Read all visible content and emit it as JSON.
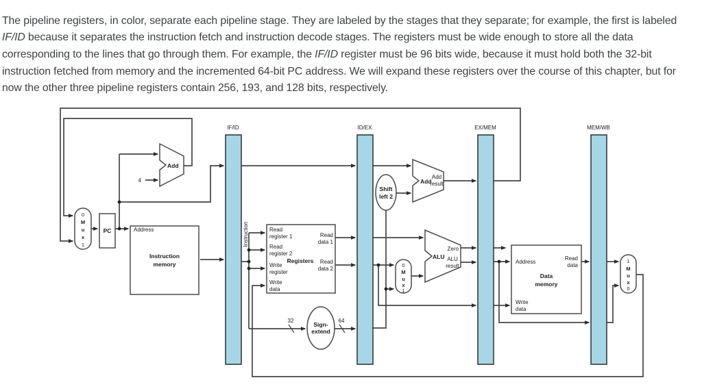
{
  "paragraph": {
    "segments": [
      {
        "italic": false,
        "text": "The pipeline registers, in color, separate each pipeline stage. They are labeled by the stages that they separate; for example, the first is labeled "
      },
      {
        "italic": true,
        "text": "IF/ID"
      },
      {
        "italic": false,
        "text": " because it separates the instruction fetch and instruction decode stages. The registers must be wide enough to store all the data corresponding to the lines that go through them. For example, the "
      },
      {
        "italic": true,
        "text": "IF/ID"
      },
      {
        "italic": false,
        "text": " register must be 96 bits wide, because it must hold both the 32-bit instruction fetched from memory and the incremented 64-bit PC address. We will expand these registers over the course of this chapter, but for now the other three pipeline registers contain 256, 193, and 128 bits, respectively."
      }
    ]
  },
  "colors": {
    "pipeline_register_fill": "#a7d7e6"
  },
  "diagram": {
    "stage_registers": {
      "ifid": "IF/ID",
      "idex": "ID/EX",
      "exmem": "EX/MEM",
      "memwb": "MEM/WB"
    },
    "pc": "PC",
    "pc_mux": [
      "0",
      "M",
      "u",
      "x",
      "1"
    ],
    "alu_mux": [
      "0",
      "M",
      "u",
      "x",
      "1"
    ],
    "wb_mux": [
      "1",
      "M",
      "u",
      "x",
      "0"
    ],
    "adder": {
      "label": "Add",
      "increment": "4"
    },
    "instruction_memory": {
      "address": "Address",
      "name_line1": "Instruction",
      "name_line2": "memory"
    },
    "instruction_bus": "Instruction",
    "registers": {
      "name": "Registers",
      "read_register_1_line1": "Read",
      "read_register_1_line2": "register 1",
      "read_register_2_line1": "Read",
      "read_register_2_line2": "register 2",
      "write_register_line1": "Write",
      "write_register_line2": "register",
      "write_data_line1": "Write",
      "write_data_line2": "data",
      "read_data_1_line1": "Read",
      "read_data_1_line2": "data 1",
      "read_data_2_line1": "Read",
      "read_data_2_line2": "data 2"
    },
    "sign_extend": {
      "line1": "Sign-",
      "line2": "extend",
      "input_width": "32",
      "output_width": "64"
    },
    "shift_left_2": {
      "line1": "Shift",
      "line2": "left 2"
    },
    "branch_adder": {
      "label": "Add",
      "result_line1": "Add",
      "result_line2": "result"
    },
    "alu": {
      "label": "ALU",
      "zero": "Zero",
      "result_line1": "ALU",
      "result_line2": "result"
    },
    "data_memory": {
      "address": "Address",
      "name_line1": "Data",
      "name_line2": "memory",
      "write_data_line1": "Write",
      "write_data_line2": "data",
      "read_data_line1": "Read",
      "read_data_line2": "data"
    }
  }
}
